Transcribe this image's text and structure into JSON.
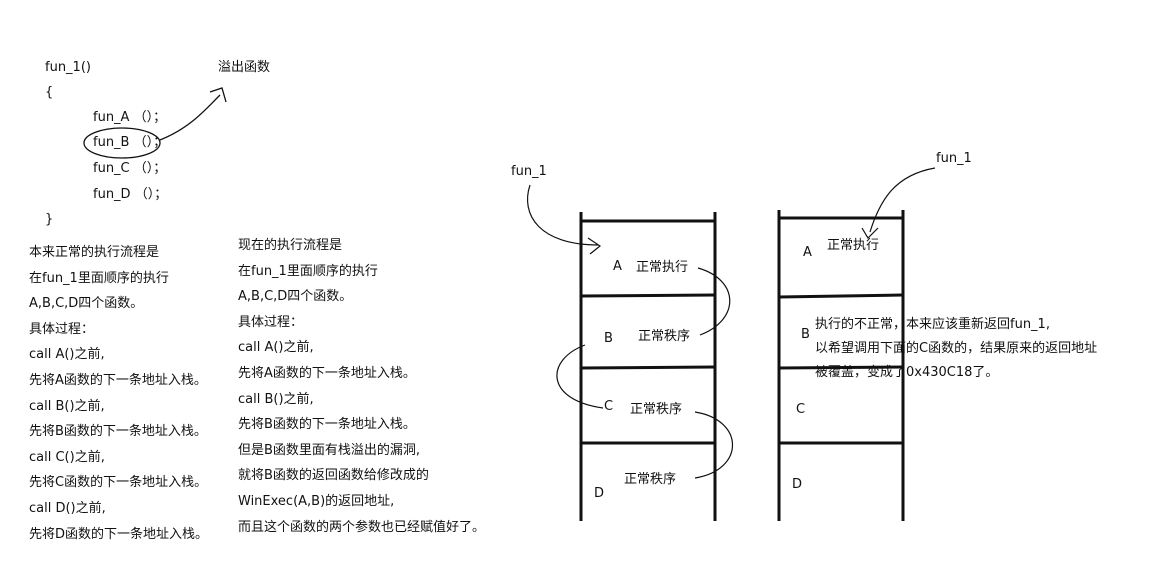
{
  "code": {
    "header": "fun_1()",
    "open_brace": "{",
    "calls": [
      "fun_A （）；",
      "fun_B （）；",
      "fun_C （）；",
      "fun_D （）；"
    ],
    "close_brace": "}",
    "overflow_label": "溢出函数"
  },
  "normal_flow": [
    "本来正常的执行流程是",
    "在fun_1里面顺序的执行",
    "A,B,C,D四个函数。",
    "具体过程：",
    "call A()之前,",
    "先将A函数的下一条地址入栈。",
    "call B()之前,",
    "先将B函数的下一条地址入栈。",
    "call C()之前,",
    "先将C函数的下一条地址入栈。",
    "call D()之前,",
    "先将D函数的下一条地址入栈。"
  ],
  "current_flow": [
    "现在的执行流程是",
    "在fun_1里面顺序的执行",
    "A,B,C,D四个函数。",
    "具体过程：",
    "call A()之前,",
    "先将A函数的下一条地址入栈。",
    "call B()之前,",
    "先将B函数的下一条地址入栈。",
    "但是B函数里面有栈溢出的漏洞,",
    "就将B函数的返回函数给修改成的",
    "WinExec(A,B)的返回地址,",
    "而且这个函数的两个参数也已经赋值好了。"
  ],
  "stack_normal": {
    "caller": "fun_1",
    "frames": [
      {
        "name": "A",
        "note": "正常执行"
      },
      {
        "name": "B",
        "note": "正常秩序"
      },
      {
        "name": "C",
        "note": "正常秩序"
      },
      {
        "name": "D",
        "note": "正常秩序"
      }
    ]
  },
  "stack_overflow": {
    "caller": "fun_1",
    "frames": [
      {
        "name": "A",
        "note": "正常执行"
      },
      {
        "name": "B"
      },
      {
        "name": "C"
      },
      {
        "name": "D"
      }
    ],
    "explanation": [
      "执行的不正常，本来应该重新返回fun_1,",
      "以希望调用下面的C函数的，结果原来的返回地址",
      "被覆盖，变成了0x430C18了。"
    ]
  }
}
